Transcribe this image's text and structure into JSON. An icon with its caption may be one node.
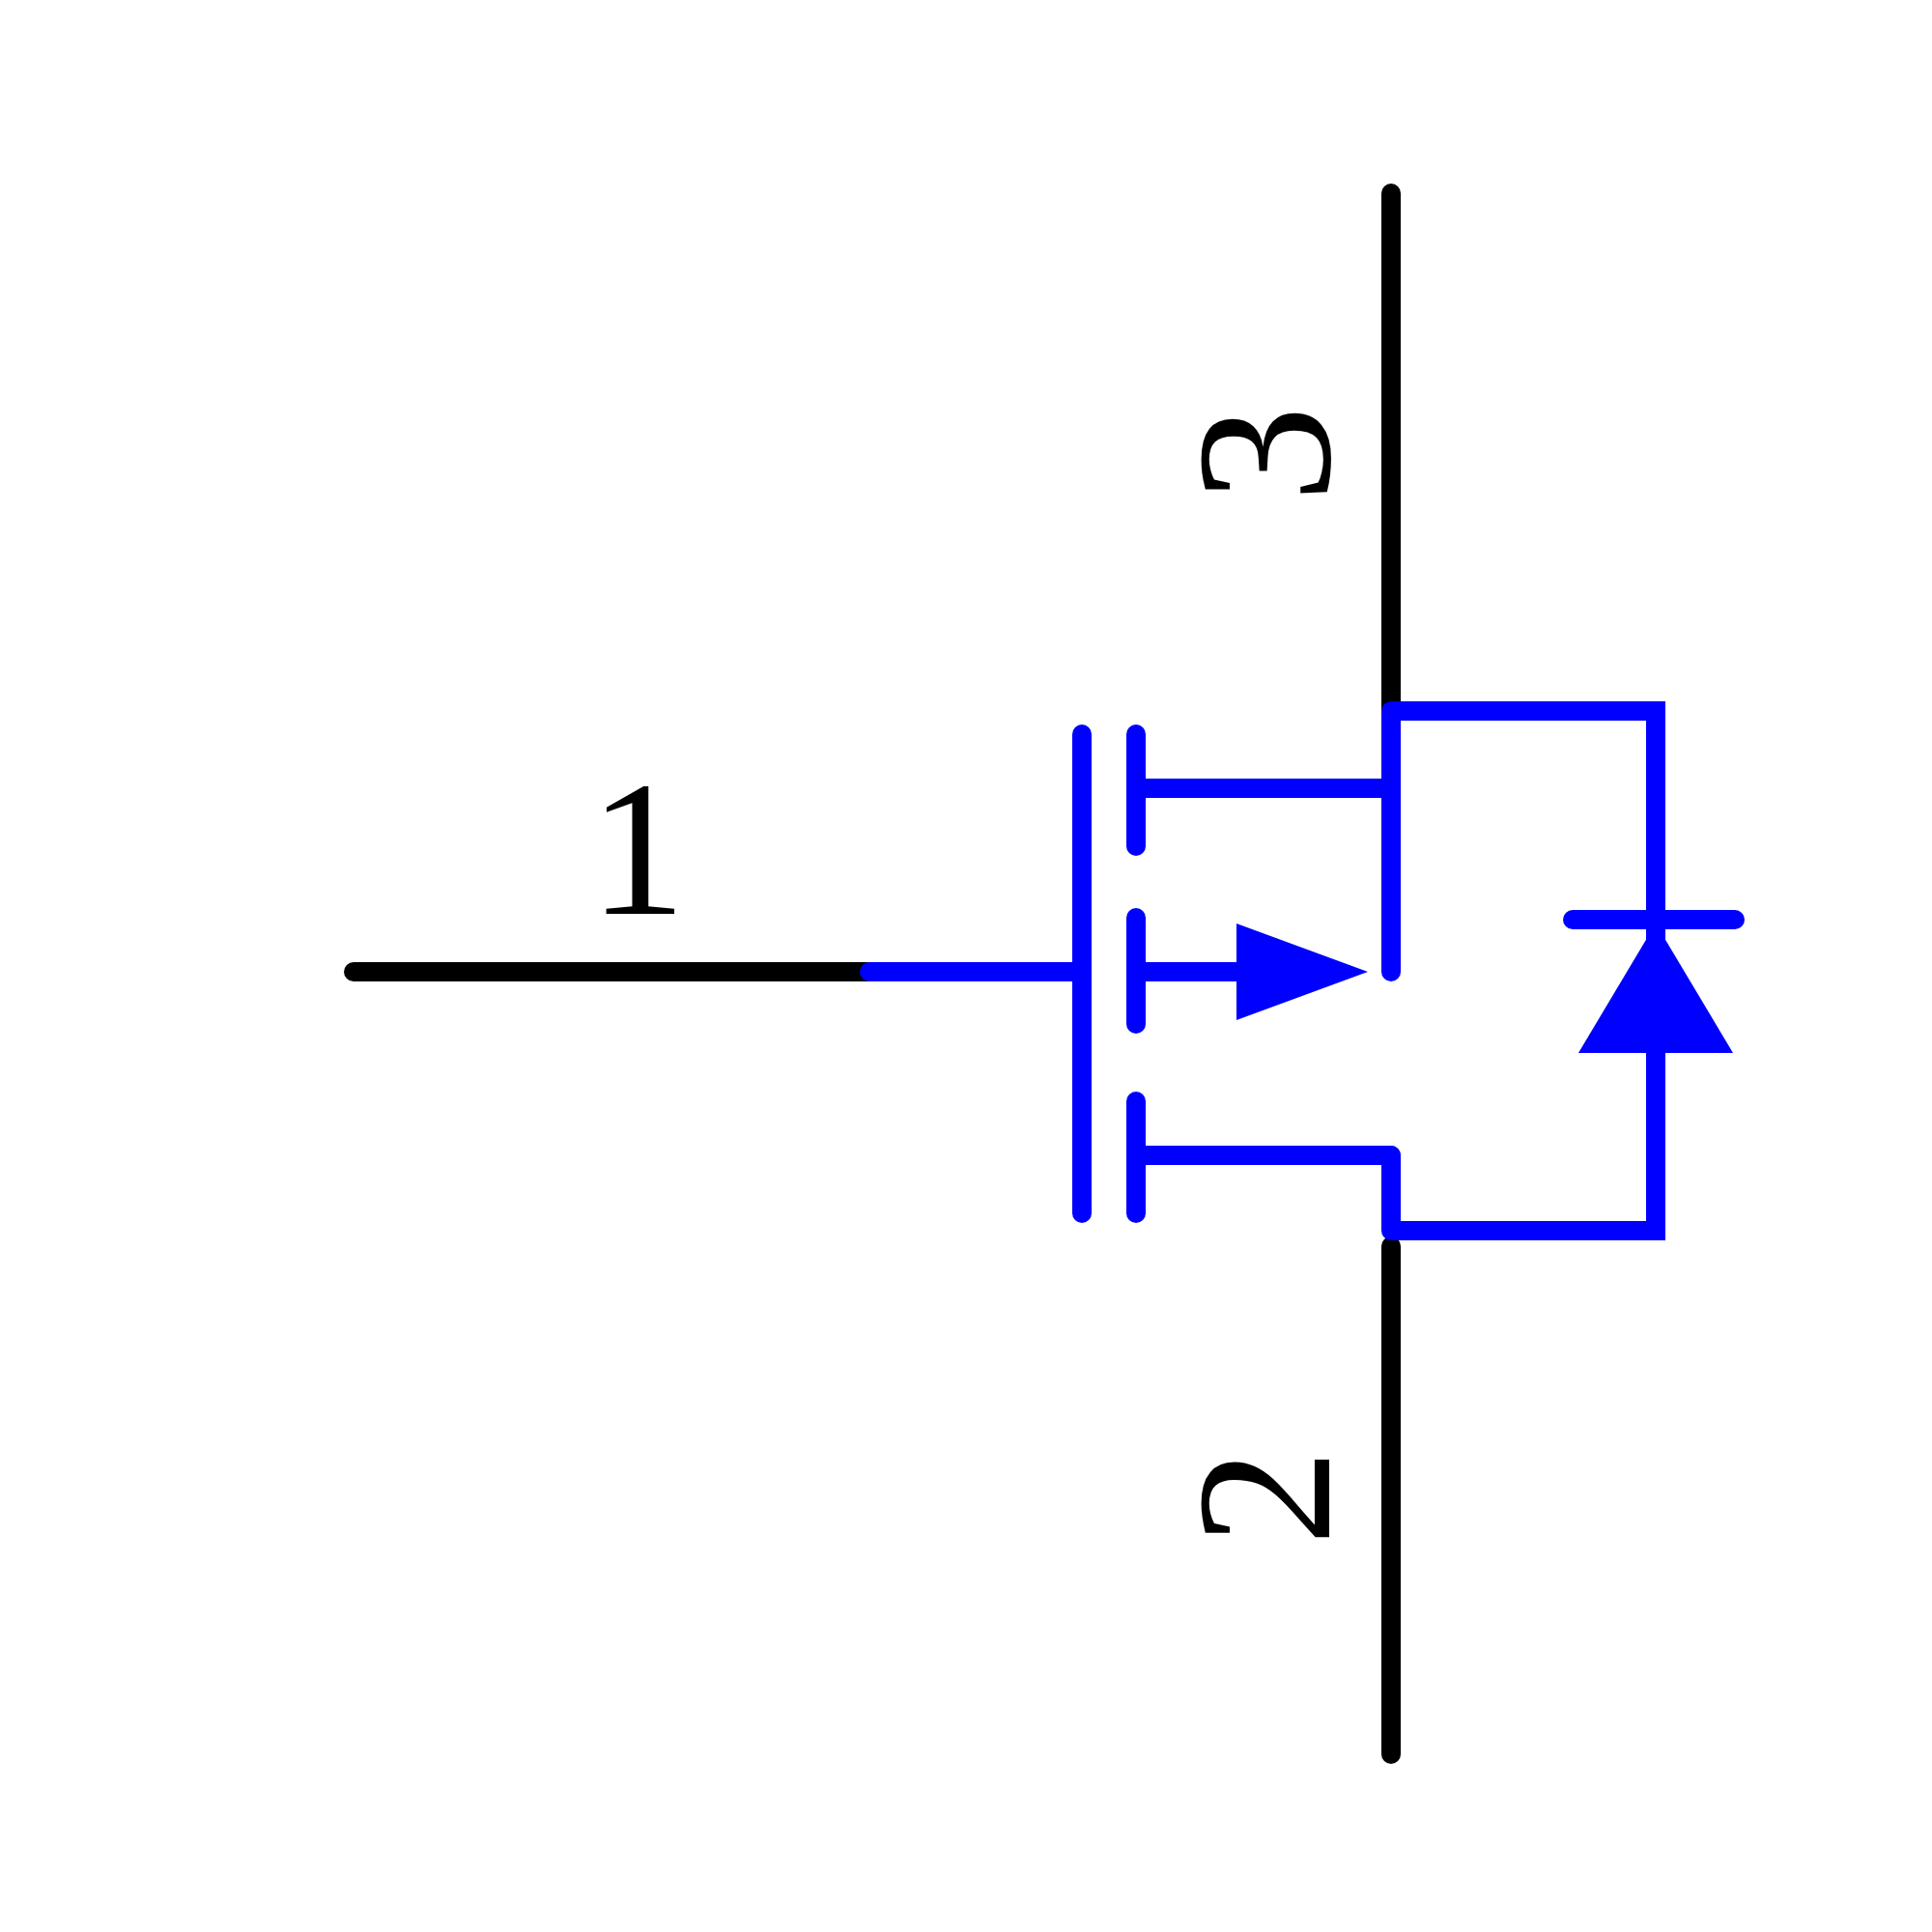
{
  "diagram": {
    "labels": [
      "3",
      "1",
      "2"
    ]
  }
}
